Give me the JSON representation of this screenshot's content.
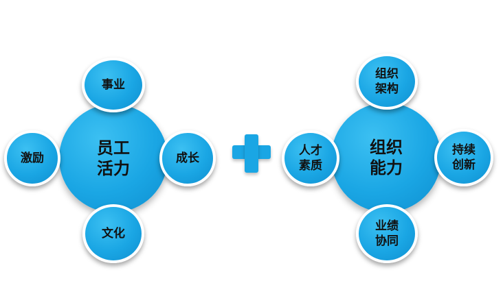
{
  "left": {
    "center": [
      "员工",
      "活力"
    ],
    "top": [
      "事业"
    ],
    "left": [
      "激励"
    ],
    "right": [
      "成长"
    ],
    "bottom": [
      "文化"
    ]
  },
  "right": {
    "center": [
      "组织",
      "能力"
    ],
    "top": [
      "组织",
      "架构"
    ],
    "left": [
      "人才",
      "素质"
    ],
    "right": [
      "持续",
      "创新"
    ],
    "bottom": [
      "业绩",
      "协同"
    ]
  },
  "colors": {
    "circle": "#1aa6e4",
    "border": "#ffffff",
    "text": "#111111"
  }
}
